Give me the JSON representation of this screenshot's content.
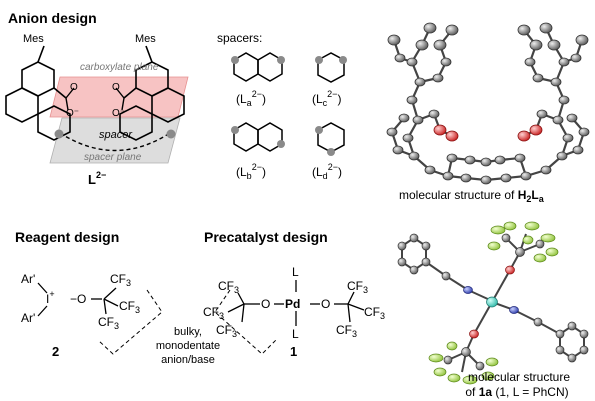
{
  "headings": {
    "anion": "Anion design",
    "reagent": "Reagent design",
    "precatalyst": "Precatalyst design"
  },
  "anion_scheme": {
    "mes_left": "Mes",
    "mes_right": "Mes",
    "carboxylate_plane": "carboxylate plane",
    "spacer": "spacer",
    "spacer_plane": "spacer plane",
    "o_minus_left": "O⁻",
    "o_minus_right": "O⁻",
    "o_left": "O",
    "o_right": "O",
    "ligand": "L",
    "ligand_charge": "2−"
  },
  "spacers": {
    "title": "spacers:",
    "items": [
      {
        "base": "(L",
        "sub": "a",
        "sup": "2−",
        "close": ")"
      },
      {
        "base": "(L",
        "sub": "c",
        "sup": "2−",
        "close": ")"
      },
      {
        "base": "(L",
        "sub": "b",
        "sup": "2−",
        "close": ")"
      },
      {
        "base": "(L",
        "sub": "d",
        "sup": "2−",
        "close": ")"
      }
    ]
  },
  "captions": {
    "h2la_prefix": "molecular structure of ",
    "h2la_h": "H",
    "h2la_2": "2",
    "h2la_L": "L",
    "h2la_a": "a",
    "pd_line1": "molecular structure",
    "pd_line2_prefix": "of ",
    "pd_line2_bold": "1a",
    "pd_line2_rest": " (1, L = PhCN)"
  },
  "reagent": {
    "ar1": "Ar'",
    "ar2": "Ar'",
    "iodine": "I",
    "plus": "+",
    "oxy": "−O",
    "cf3": "CF",
    "three": "3",
    "number": "2"
  },
  "precatalyst": {
    "pd": "Pd",
    "o": "O",
    "L": "L",
    "cf3": "CF",
    "three": "3",
    "number": "1"
  },
  "annotation": {
    "line1": "bulky,",
    "line2": "monodentate",
    "line3": "anion/base"
  },
  "colors": {
    "carboxylate_fill": "#f6b8b8",
    "spacer_fill": "#d9d9d9",
    "oxygen": "#e03030",
    "nitrogen": "#2b3aa8",
    "palladium": "#2fb8a8",
    "fluorine": "#b5e35a",
    "carbon": "#7a7a7a"
  }
}
